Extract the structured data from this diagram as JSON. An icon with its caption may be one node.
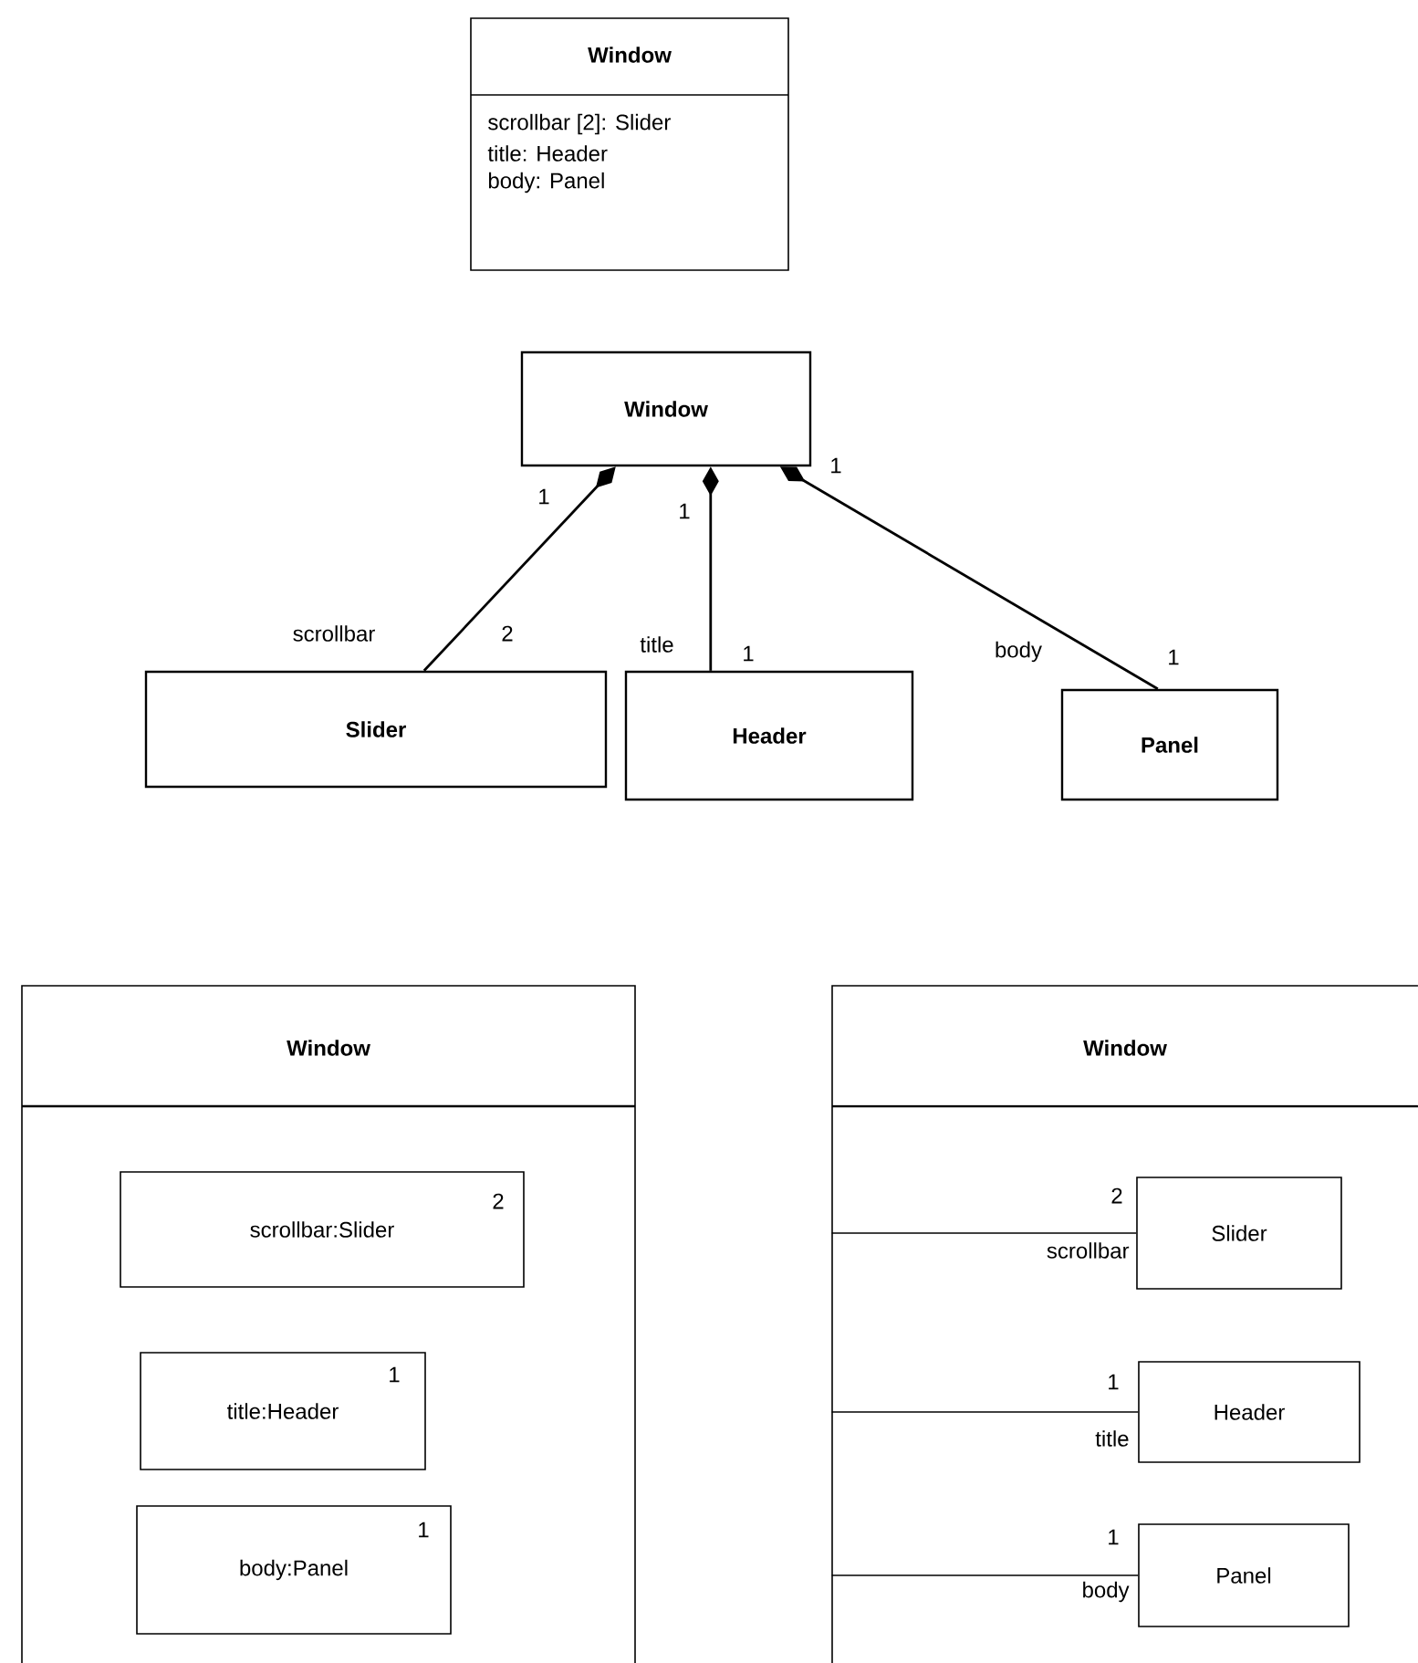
{
  "diagram": {
    "nodes": [
      {
        "text": [
          "Window",
          "scrollbar [2]: Slider",
          "title: Header",
          "body: Panel"
        ]
      },
      {
        "text": [
          "Window"
        ]
      },
      {
        "text": [
          "Slider"
        ]
      },
      {
        "text": [
          "Header"
        ]
      },
      {
        "text": [
          "Panel"
        ]
      },
      {
        "text": [
          "Window"
        ]
      },
      {
        "text": [
          "scrollbar:Slider",
          "2"
        ],
        "in": 5
      },
      {
        "text": [
          "title:Header",
          "1"
        ],
        "in": 5
      },
      {
        "text": [
          "body:Panel",
          "1"
        ],
        "in": 5
      },
      {
        "text": [
          "Window"
        ]
      },
      {
        "text": [
          "Slider"
        ],
        "in": 9
      },
      {
        "text": [
          "Header"
        ],
        "in": 9
      },
      {
        "text": [
          "Panel"
        ],
        "in": 9
      }
    ],
    "edges": [
      {
        "from": 1,
        "to": 2,
        "arrow": "other",
        "label": "scrollbar"
      },
      {
        "from": 1,
        "to": 3,
        "arrow": "other",
        "label": "title"
      },
      {
        "from": 1,
        "to": 4,
        "arrow": "other",
        "label": "body"
      },
      {
        "from": 9,
        "to": 10,
        "arrow": "none",
        "label": "scrollbar"
      },
      {
        "from": 9,
        "to": 11,
        "arrow": "none",
        "label": "title"
      },
      {
        "from": 9,
        "to": 12,
        "arrow": "none",
        "label": "body"
      }
    ],
    "labels": [
      "1",
      "1",
      "1",
      "2",
      "1",
      "1",
      "2",
      "1",
      "1"
    ]
  }
}
